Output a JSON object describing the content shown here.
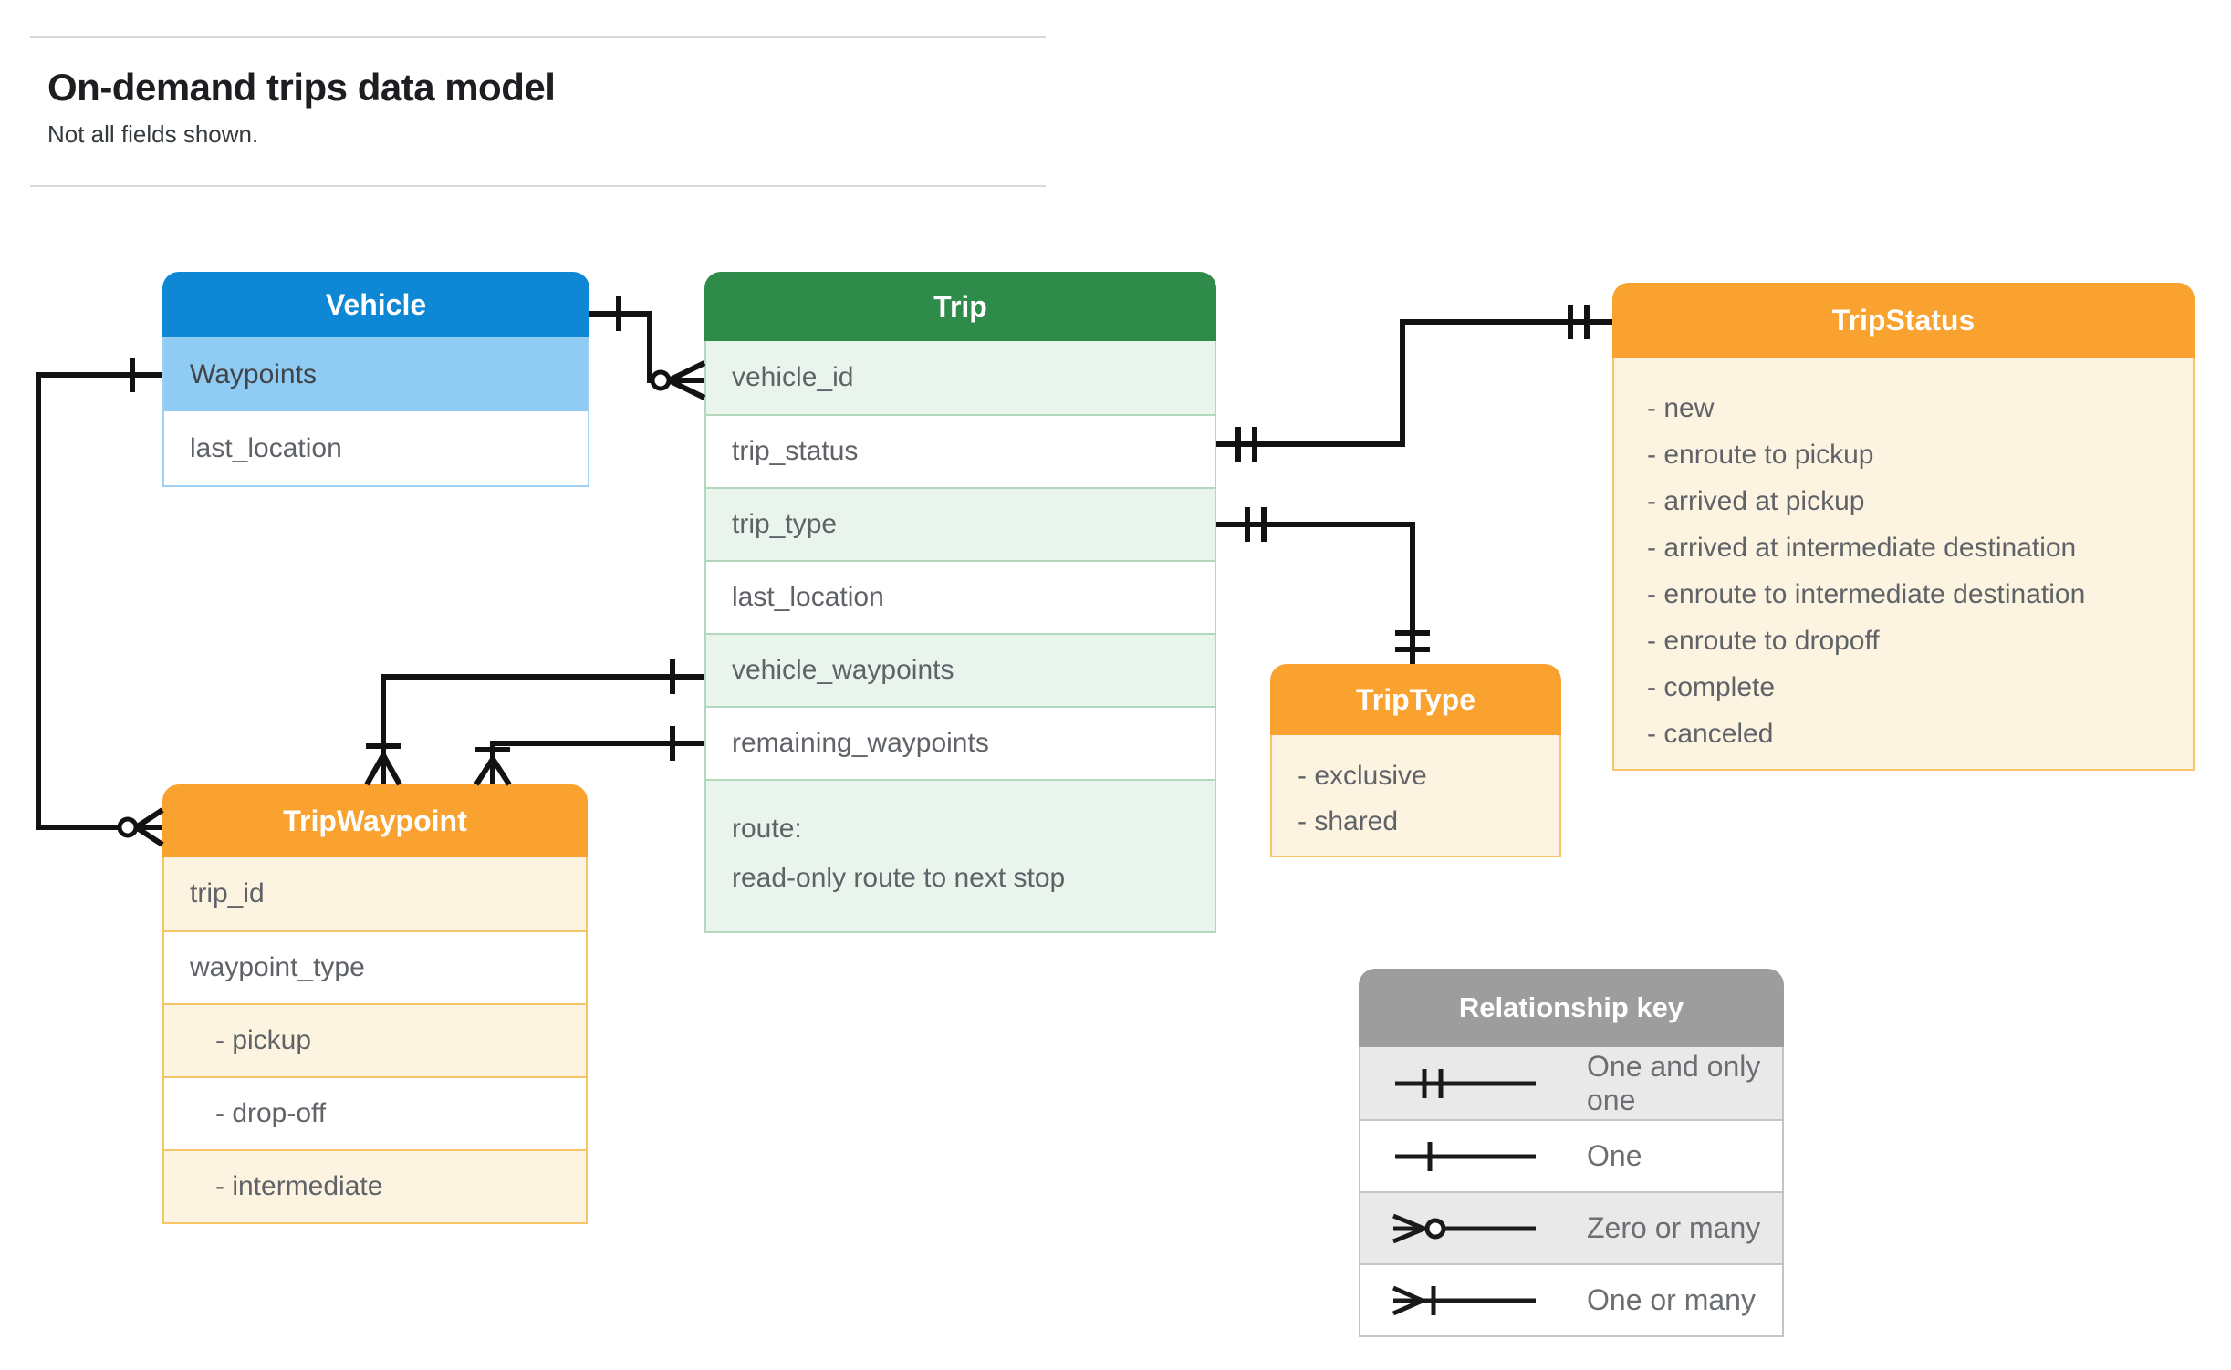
{
  "page": {
    "title": "On-demand trips data model",
    "subtitle": "Not all fields shown."
  },
  "colors": {
    "vehicle_header": "#0e87d5",
    "vehicle_highlight_row": "#8fcbf3",
    "trip_header": "#2e8b49",
    "trip_tint_row": "#e9f4ec",
    "enum_header": "#f9a22f",
    "enum_body": "#fdf3e1",
    "key_header": "#9d9d9d",
    "key_tint_row": "#e9e9e9",
    "wire": "#121212",
    "field_text": "#5f6368"
  },
  "entities": {
    "vehicle": {
      "title": "Vehicle",
      "fields": [
        {
          "label": "Waypoints"
        },
        {
          "label": "last_location"
        }
      ]
    },
    "trip": {
      "title": "Trip",
      "fields": [
        {
          "label": "vehicle_id"
        },
        {
          "label": "trip_status"
        },
        {
          "label": "trip_type"
        },
        {
          "label": "last_location"
        },
        {
          "label": "vehicle_waypoints"
        },
        {
          "label": "remaining_waypoints"
        },
        {
          "label": "route:",
          "sublabel": "read-only route to next stop"
        }
      ]
    },
    "trip_status": {
      "title": "TripStatus",
      "values": [
        "- new",
        "- enroute to pickup",
        "- arrived at pickup",
        "- arrived at intermediate destination",
        "- enroute to intermediate destination",
        "- enroute to dropoff",
        "- complete",
        "- canceled"
      ]
    },
    "trip_type": {
      "title": "TripType",
      "values": [
        "- exclusive",
        "- shared"
      ]
    },
    "trip_waypoint": {
      "title": "TripWaypoint",
      "fields": [
        {
          "label": "trip_id"
        },
        {
          "label": "waypoint_type"
        },
        {
          "label": "- pickup",
          "indent": true
        },
        {
          "label": "- drop-off",
          "indent": true
        },
        {
          "label": "- intermediate",
          "indent": true
        }
      ]
    }
  },
  "legend": {
    "title": "Relationship key",
    "rows": [
      {
        "symbol": "one-and-only-one",
        "label": "One and only one"
      },
      {
        "symbol": "one",
        "label": "One"
      },
      {
        "symbol": "zero-or-many",
        "label": "Zero or many"
      },
      {
        "symbol": "one-or-many",
        "label": "One or many"
      }
    ]
  },
  "relationships": [
    {
      "from": "Vehicle",
      "to": "Trip.vehicle_id",
      "from_cardinality": "one",
      "to_cardinality": "zero-or-many"
    },
    {
      "from": "Vehicle.Waypoints",
      "to": "TripWaypoint",
      "from_cardinality": "one",
      "to_cardinality": "zero-or-many"
    },
    {
      "from": "Trip.trip_status",
      "to": "TripStatus",
      "from_cardinality": "one-and-only-one",
      "to_cardinality": "one-and-only-one"
    },
    {
      "from": "Trip.trip_type",
      "to": "TripType",
      "from_cardinality": "one-and-only-one",
      "to_cardinality": "one-and-only-one"
    },
    {
      "from": "Trip.vehicle_waypoints",
      "to": "TripWaypoint",
      "from_cardinality": "one",
      "to_cardinality": "one-or-many"
    },
    {
      "from": "Trip.remaining_waypoints",
      "to": "TripWaypoint",
      "from_cardinality": "one",
      "to_cardinality": "one-or-many"
    }
  ]
}
